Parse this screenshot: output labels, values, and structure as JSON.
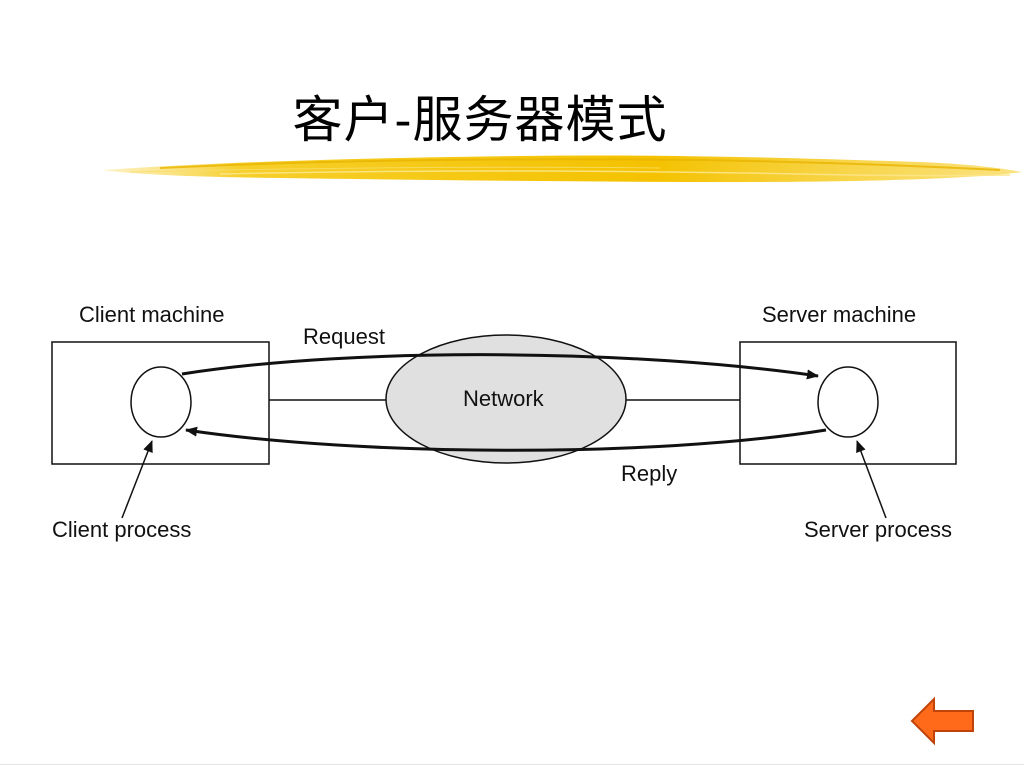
{
  "slide": {
    "title": "客户-服务器模式"
  },
  "diagram": {
    "client_machine_label": "Client machine",
    "server_machine_label": "Server machine",
    "network_label": "Network",
    "request_label": "Request",
    "reply_label": "Reply",
    "client_process_label": "Client process",
    "server_process_label": "Server process"
  },
  "navigation": {
    "back_icon": "left-arrow-icon"
  },
  "colors": {
    "brush_stroke": "#f2c200",
    "network_fill": "#e0e0e0",
    "back_arrow_fill": "#ff6a1a",
    "back_arrow_stroke": "#c0440a"
  }
}
